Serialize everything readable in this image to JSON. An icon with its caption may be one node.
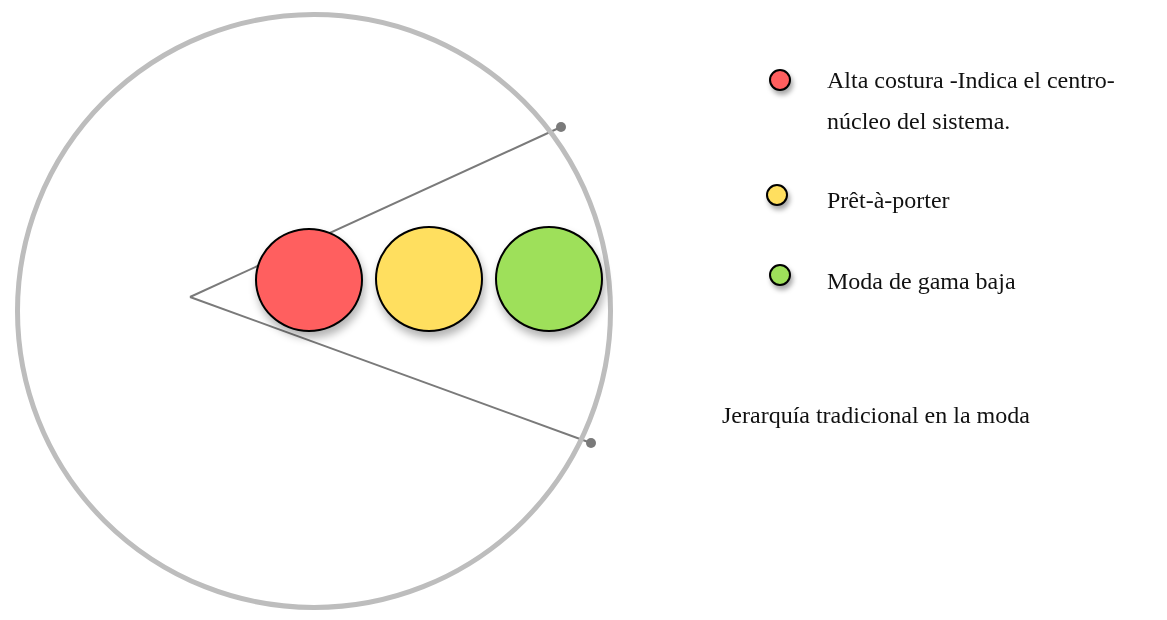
{
  "diagram": {
    "nodes": [
      {
        "text": [],
        "shape": "circle"
      },
      {
        "text": [],
        "shape": "circle",
        "in": 0
      },
      {
        "text": [],
        "shape": "circle",
        "in": 0
      },
      {
        "text": [],
        "shape": "circle",
        "in": 0
      }
    ],
    "labels": [
      "Jerarquía tradicional en la moda"
    ],
    "legend": [
      {
        "text": "Alta costura -Indica el centro-núcleo del sistema.",
        "color": "#ff5f5f"
      },
      {
        "text": "Prêt-à-porter",
        "color": "#ffdf5f"
      },
      {
        "text": "Moda de gama baja",
        "color": "#9ee05a"
      }
    ]
  }
}
